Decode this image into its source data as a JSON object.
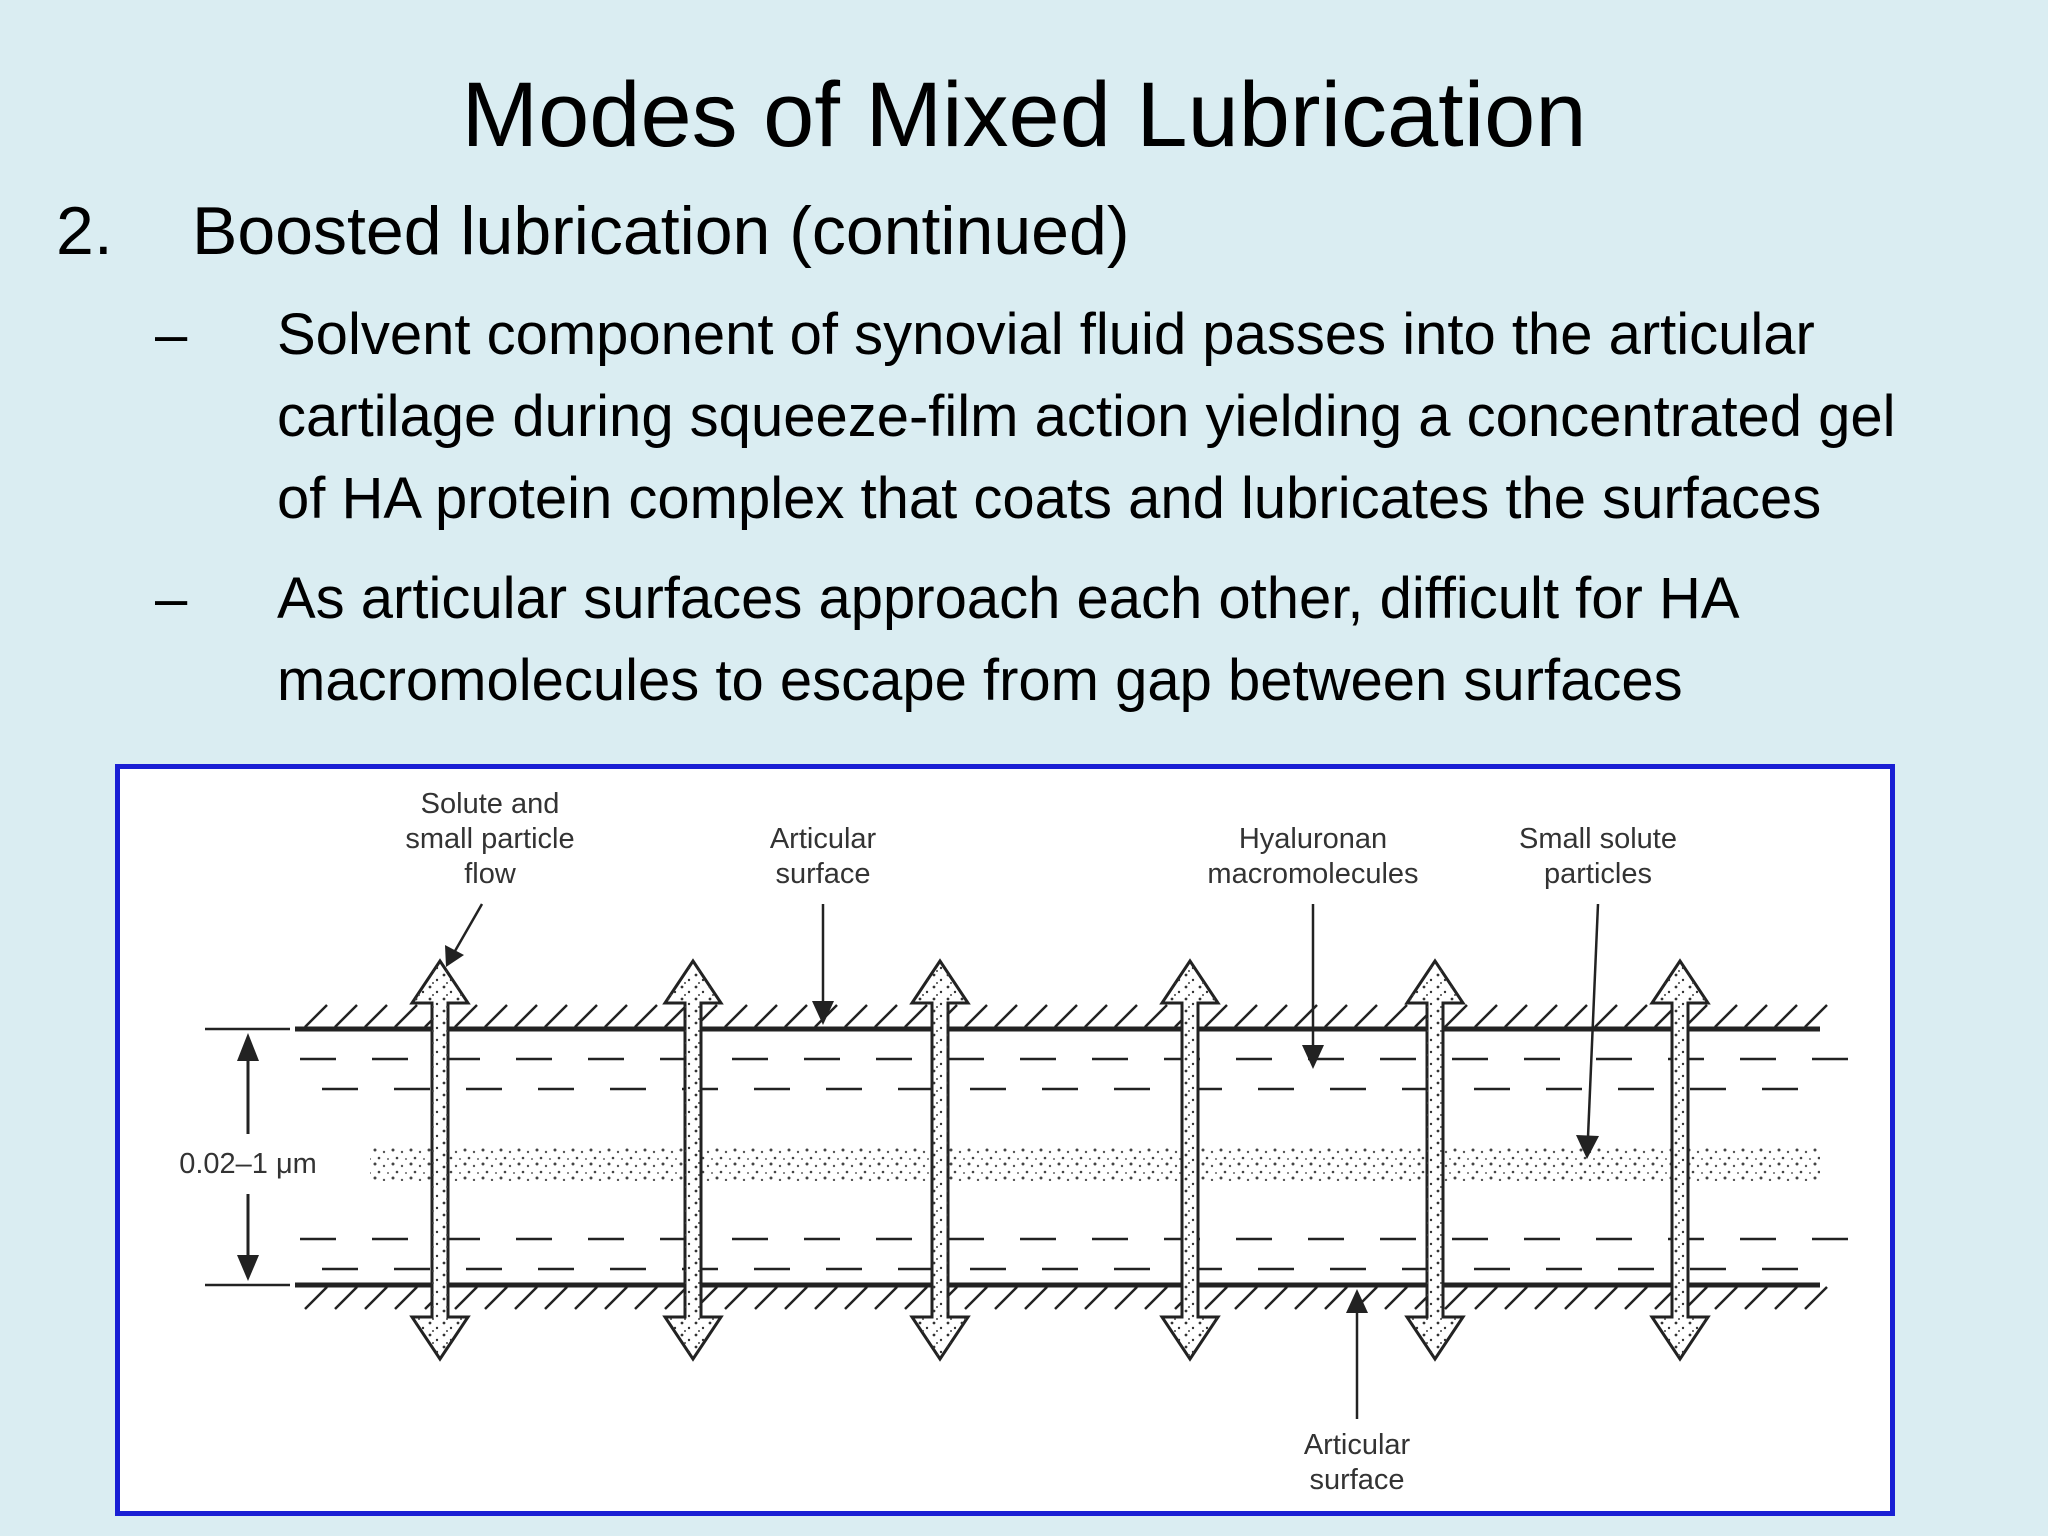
{
  "slide": {
    "title": "Modes of Mixed Lubrication",
    "heading_number": "2.",
    "heading_text": "Boosted lubrication (continued)",
    "bullets": [
      {
        "dash": "–",
        "lines": [
          "Solvent component of synovial fluid passes into the articular",
          "cartilage during squeeze-film action yielding a concentrated gel",
          "of HA protein complex that coats and lubricates the surfaces"
        ]
      },
      {
        "dash": "–",
        "lines": [
          "As articular surfaces approach each other, difficult for HA",
          "macromolecules to escape from gap between surfaces"
        ]
      }
    ]
  },
  "diagram": {
    "labels": {
      "solute_flow": [
        "Solute and",
        "small particle",
        "flow"
      ],
      "articular_surface_top": [
        "Articular",
        "surface"
      ],
      "hyaluronan": [
        "Hyaluronan",
        "macromolecules"
      ],
      "small_solute": [
        "Small solute",
        "particles"
      ],
      "articular_surface_bottom": [
        "Articular",
        "surface"
      ],
      "gap_dimension": "0.02–1 μm"
    },
    "colors": {
      "frame_border": "#1a1fd4",
      "background": "#daedf2",
      "line": "#222222"
    }
  }
}
